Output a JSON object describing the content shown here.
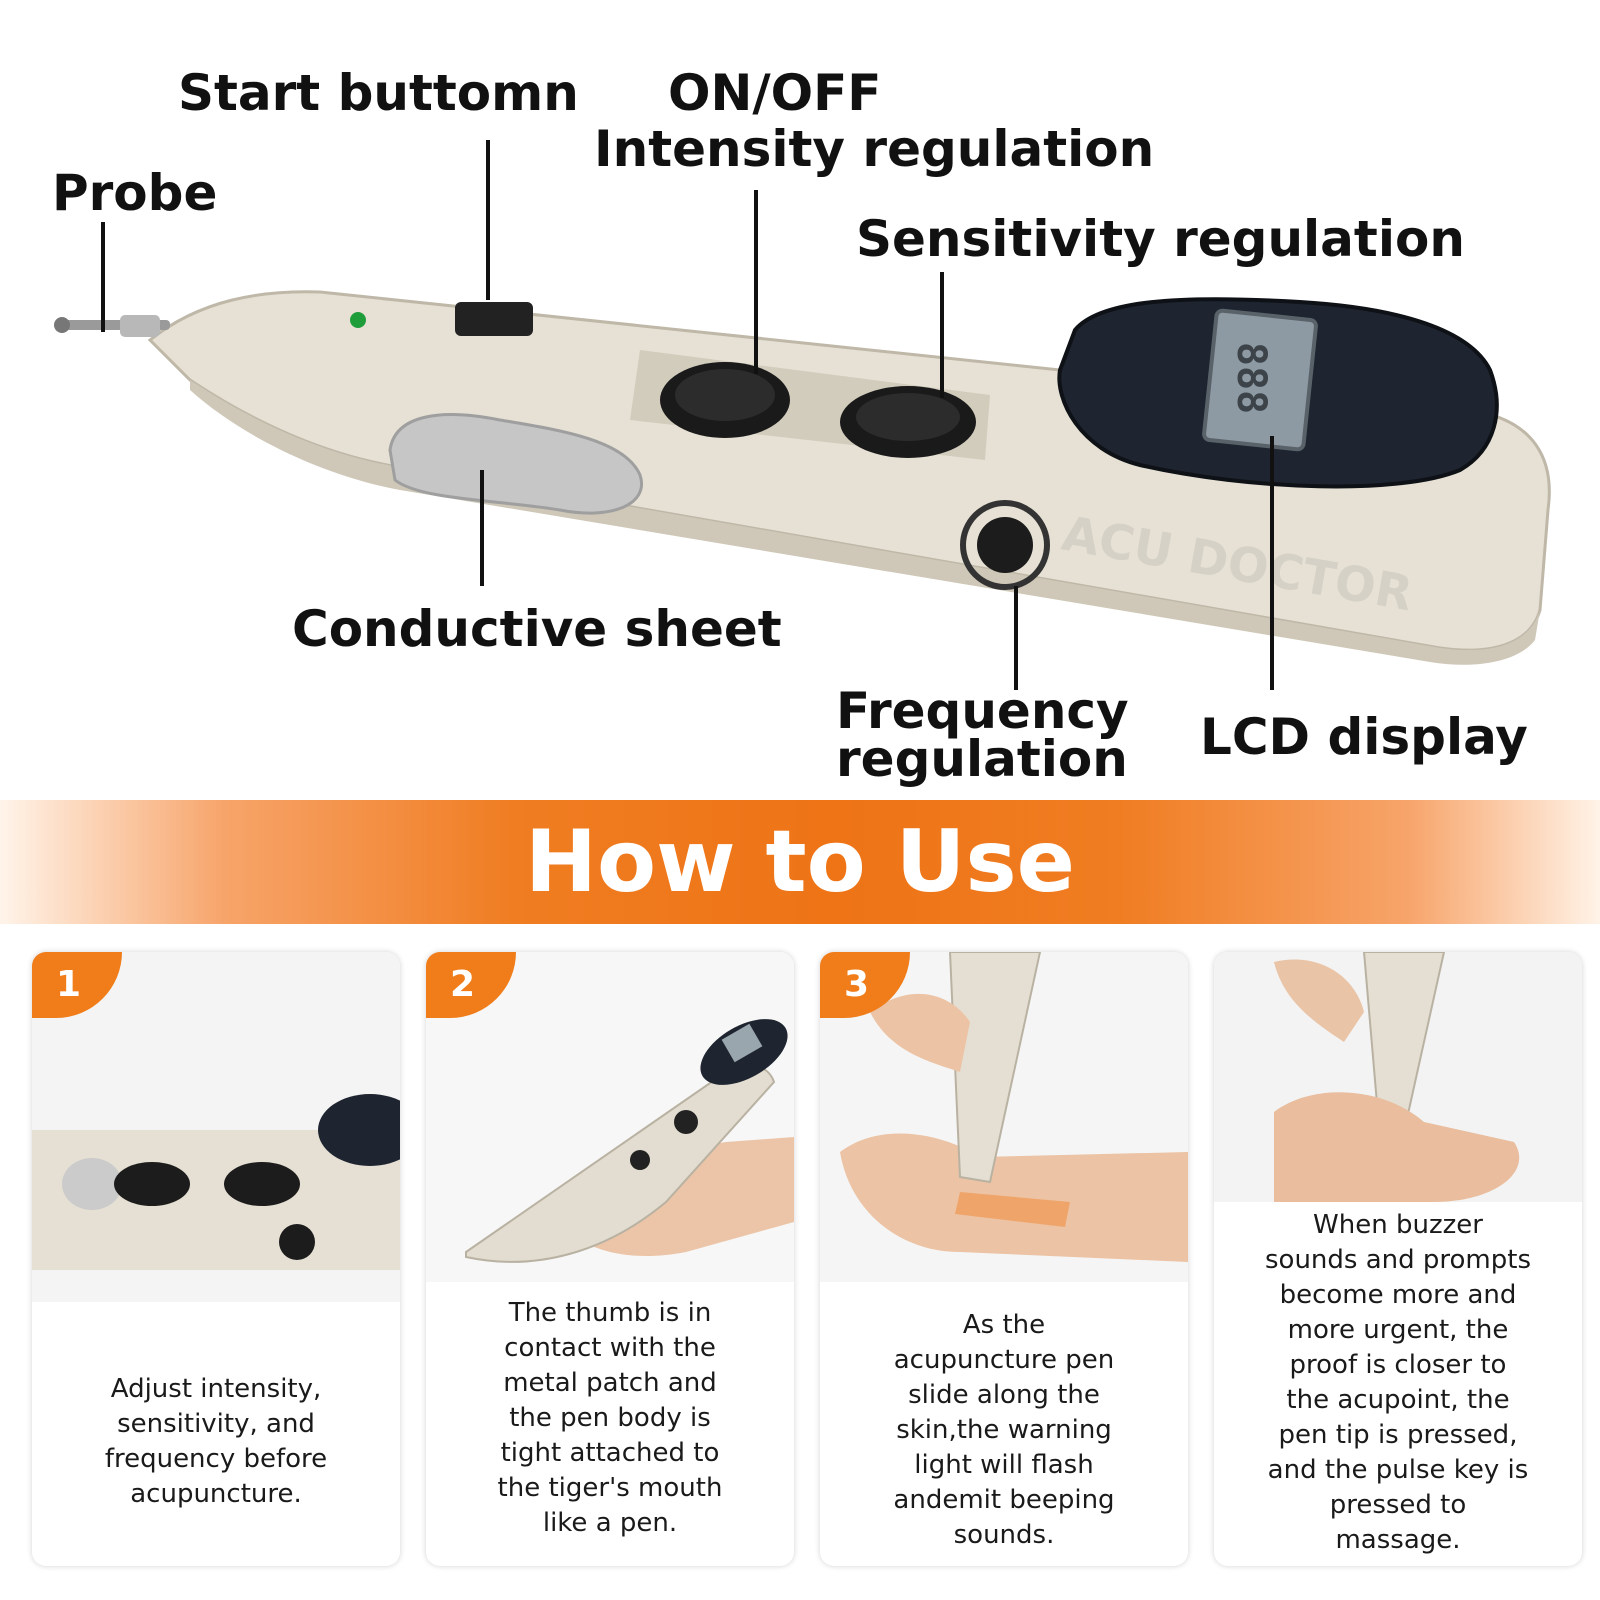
{
  "diagram": {
    "labels": {
      "probe": "Probe",
      "start_button": "Start buttomn",
      "on_off": "ON/OFF",
      "intensity": "Intensity regulation",
      "sensitivity": "Sensitivity regulation",
      "conductive": "Conductive sheet",
      "frequency_1": "Frequency",
      "frequency_2": "regulation",
      "lcd": "LCD display"
    },
    "device": {
      "brand": "ACU DOCTOR",
      "display_digits": "888"
    }
  },
  "banner": {
    "title": "How to Use"
  },
  "steps": [
    {
      "number": "1",
      "text": [
        "Adjust intensity,",
        "sensitivity, and",
        "frequency before",
        "acupuncture."
      ]
    },
    {
      "number": "2",
      "text": [
        "The thumb is in",
        "contact with the",
        "metal patch and",
        "the pen body is",
        "tight attached to",
        "the tiger's mouth",
        "like a pen."
      ]
    },
    {
      "number": "3",
      "text": [
        "As the",
        "acupuncture pen",
        "slide along the",
        "skin,the warning",
        "light will flash",
        "andemit beeping",
        "sounds."
      ]
    },
    {
      "number": "",
      "text": [
        "When buzzer",
        "sounds and prompts",
        "become more and",
        "more urgent, the",
        "proof is closer to",
        "the acupoint, the",
        "pen tip is pressed,",
        "and the pulse key is",
        "pressed to",
        "massage."
      ]
    }
  ],
  "colors": {
    "accent": "#f07d1a",
    "pen_body": "#e6e1d4",
    "display_case": "#1e2430"
  }
}
